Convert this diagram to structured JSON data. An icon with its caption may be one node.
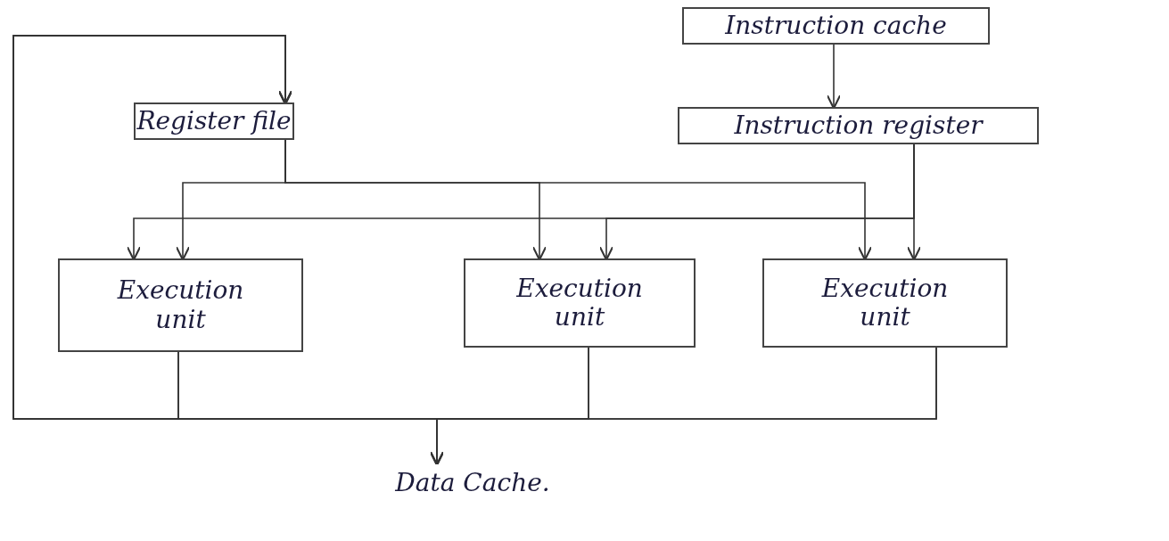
{
  "diagram": {
    "nodes": [
      {
        "text": [
          "Instruction cache"
        ]
      },
      {
        "text": [
          "Register file"
        ]
      },
      {
        "text": [
          "Instruction register"
        ]
      },
      {
        "text": [
          "Execution unit"
        ]
      },
      {
        "text": [
          "Execution unit"
        ]
      },
      {
        "text": [
          "Execution unit"
        ]
      },
      {
        "text": [
          "Data Cache."
        ]
      }
    ],
    "edges": [
      {
        "from": 0,
        "to": 2,
        "arrow": "to"
      },
      {
        "from": 1,
        "to": 3,
        "arrow": "to"
      },
      {
        "from": 1,
        "to": 4,
        "arrow": "to"
      },
      {
        "from": 1,
        "to": 5,
        "arrow": "to"
      },
      {
        "from": 2,
        "to": 3,
        "arrow": "to"
      },
      {
        "from": 2,
        "to": 4,
        "arrow": "to"
      },
      {
        "from": 2,
        "to": 5,
        "arrow": "to"
      },
      {
        "from": 3,
        "to": 6,
        "arrow": "to"
      },
      {
        "from": 4,
        "to": 6,
        "arrow": "to"
      },
      {
        "from": 5,
        "to": 6,
        "arrow": "to"
      },
      {
        "from": 3,
        "to": 1,
        "arrow": "to"
      },
      {
        "from": 4,
        "to": 1,
        "arrow": "to"
      },
      {
        "from": 5,
        "to": 1,
        "arrow": "to"
      }
    ]
  }
}
